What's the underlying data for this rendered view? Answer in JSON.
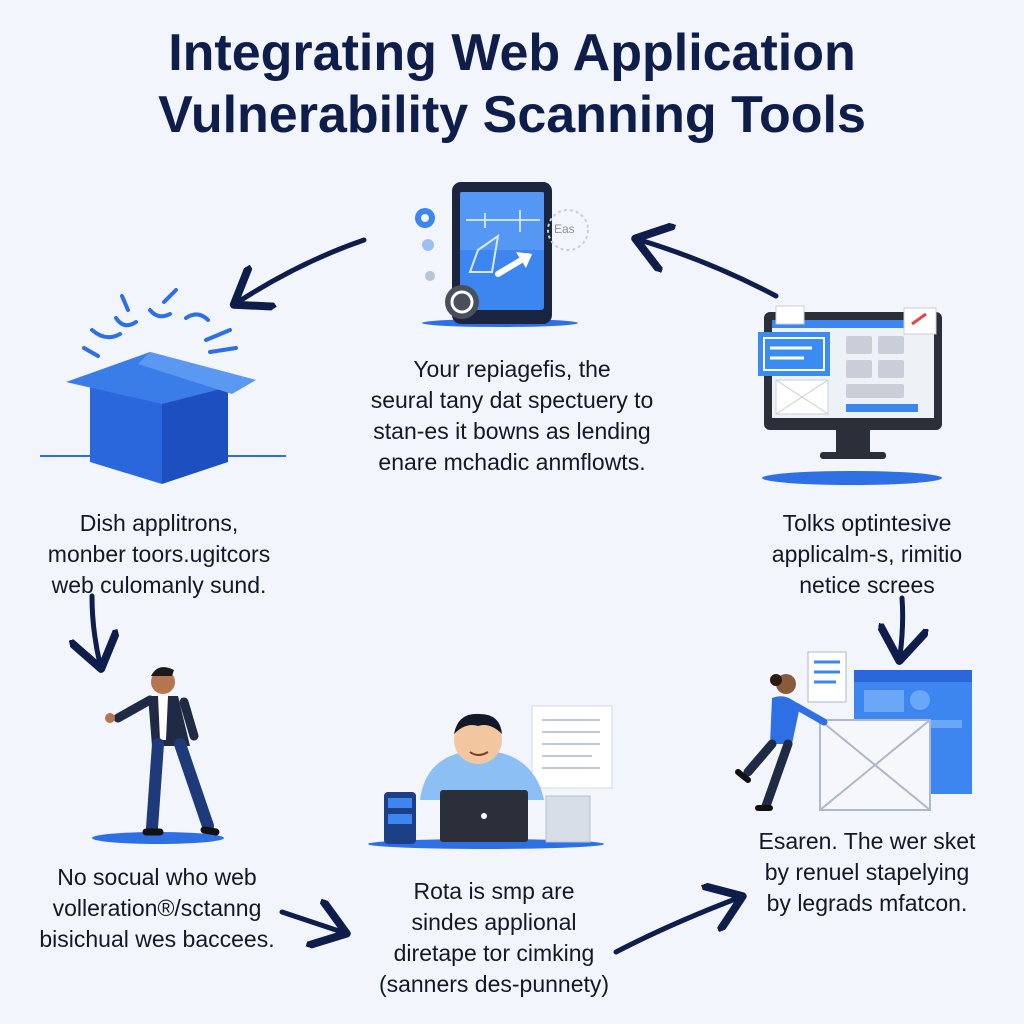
{
  "title": {
    "line1": "Integrating Web Application",
    "line2": "Vulnerability Scanning Tools"
  },
  "captions": {
    "top_center": [
      "Your repiagefis, the",
      "seural tany dat spectuery to",
      "stan-es it bowns as lending",
      "enare mchadic anmflowts."
    ],
    "left_mid": [
      "Dish applitrons,",
      "monber toors.ugitcors",
      "web culomanly sund."
    ],
    "right_mid": [
      "Tolks optintesive",
      "applicalm-s, rimitio",
      "netice screes"
    ],
    "bottom_left": [
      "No socual who web",
      "volleration®/sctanng",
      "bisichual wes baccees."
    ],
    "bottom_center": [
      "Rota is smp are",
      "sindes applional",
      "diretape tor cimking",
      "(sanners des-punnety)"
    ],
    "bottom_right": [
      "Esaren. The wer sket",
      "by renuel stapelying",
      "by legrads mfatcon."
    ]
  },
  "phone_gauge_label": "Eas",
  "colors": {
    "accent_blue": "#2f6fe4",
    "dark_navy": "#0f1d4a",
    "light_blue": "#8cc0f5"
  }
}
